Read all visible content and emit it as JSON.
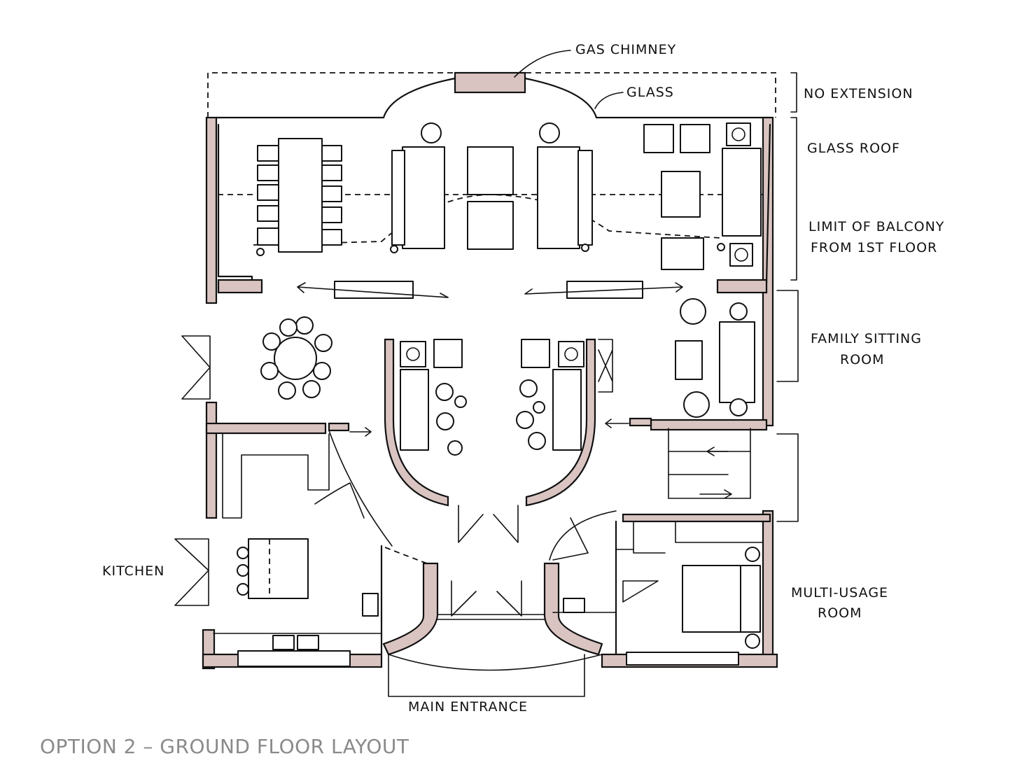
{
  "labels": {
    "gas_chimney": "GAS CHIMNEY",
    "glass": "GLASS",
    "no_extension": "NO EXTENSION",
    "glass_roof": "GLASS ROOF",
    "limit_balcony_1": "LIMIT OF BALCONY",
    "limit_balcony_2": "FROM 1ST FLOOR",
    "family_sitting_1": "FAMILY SITTING",
    "family_sitting_2": "ROOM",
    "kitchen": "KITCHEN",
    "multi_usage_1": "MULTI-USAGE",
    "multi_usage_2": "ROOM",
    "main_entrance": "MAIN ENTRANCE"
  },
  "caption": "OPTION 2 – GROUND FLOOR LAYOUT",
  "colors": {
    "wall_fill": "#d9c4c1",
    "ink": "#111111",
    "caption": "#8a8a8a"
  }
}
